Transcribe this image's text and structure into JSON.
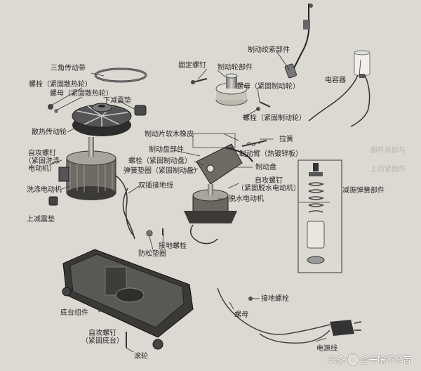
{
  "labels": {
    "brake_cable": "制动绞索部件",
    "triangle_belt": "三角传动带",
    "fixing_screw": "固定螺钉",
    "brake_wheel_part": "制动轮部件",
    "capacitor": "电容器",
    "bolt_heat_sink": "螺栓（紧固散热轮）",
    "nut_heat_sink": "螺母（紧固散热轮）",
    "lower_damping_pad": "下减震垫",
    "nut_brake_wheel": "螺母（紧固制动轮）",
    "bolt_brake_wheel": "螺栓（紧固制动轮）",
    "heat_sink_wheel": "散热传动轮",
    "brake_pad_cork": "制动片软木橡皮",
    "tension_spring": "拉簧",
    "brake_disc_part": "制动盘部件",
    "brake_arm": "制动臂（热镀锌板）",
    "self_tapping_wash_motor": "自攻螺钉\n（紧固洗涤\n电动机）",
    "bolt_brake_disc": "螺栓（紧固制动盘）",
    "brake_disc": "制动盘",
    "spring_washer": "弹簧垫圈（紧固制动盘）",
    "damper_spring": "减振弹簧部件",
    "double_ground_wire": "双插接地线",
    "self_tapping_spin_motor": "自攻螺钉\n（紧固脱水电动机）",
    "wash_motor": "洗涤电动机",
    "spin_motor": "脱水电动机",
    "upper_damping_pad": "上减震垫",
    "ground_bolt_1": "接地螺栓",
    "lock_washer": "防松垫圈",
    "ground_bolt_2": "接地螺栓",
    "base_assembly": "底台组件",
    "nut": "螺母",
    "self_tapping_base": "自攻螺钉\n（紧固底台）",
    "power_cord": "电源线",
    "caster": "滚轮"
  },
  "watermark": {
    "prefix": "头条",
    "account": "@干啥不辛苦"
  },
  "colors": {
    "paper": "#dcd9d2",
    "ink": "#2a2a2a",
    "metal": "#8e8c88"
  }
}
